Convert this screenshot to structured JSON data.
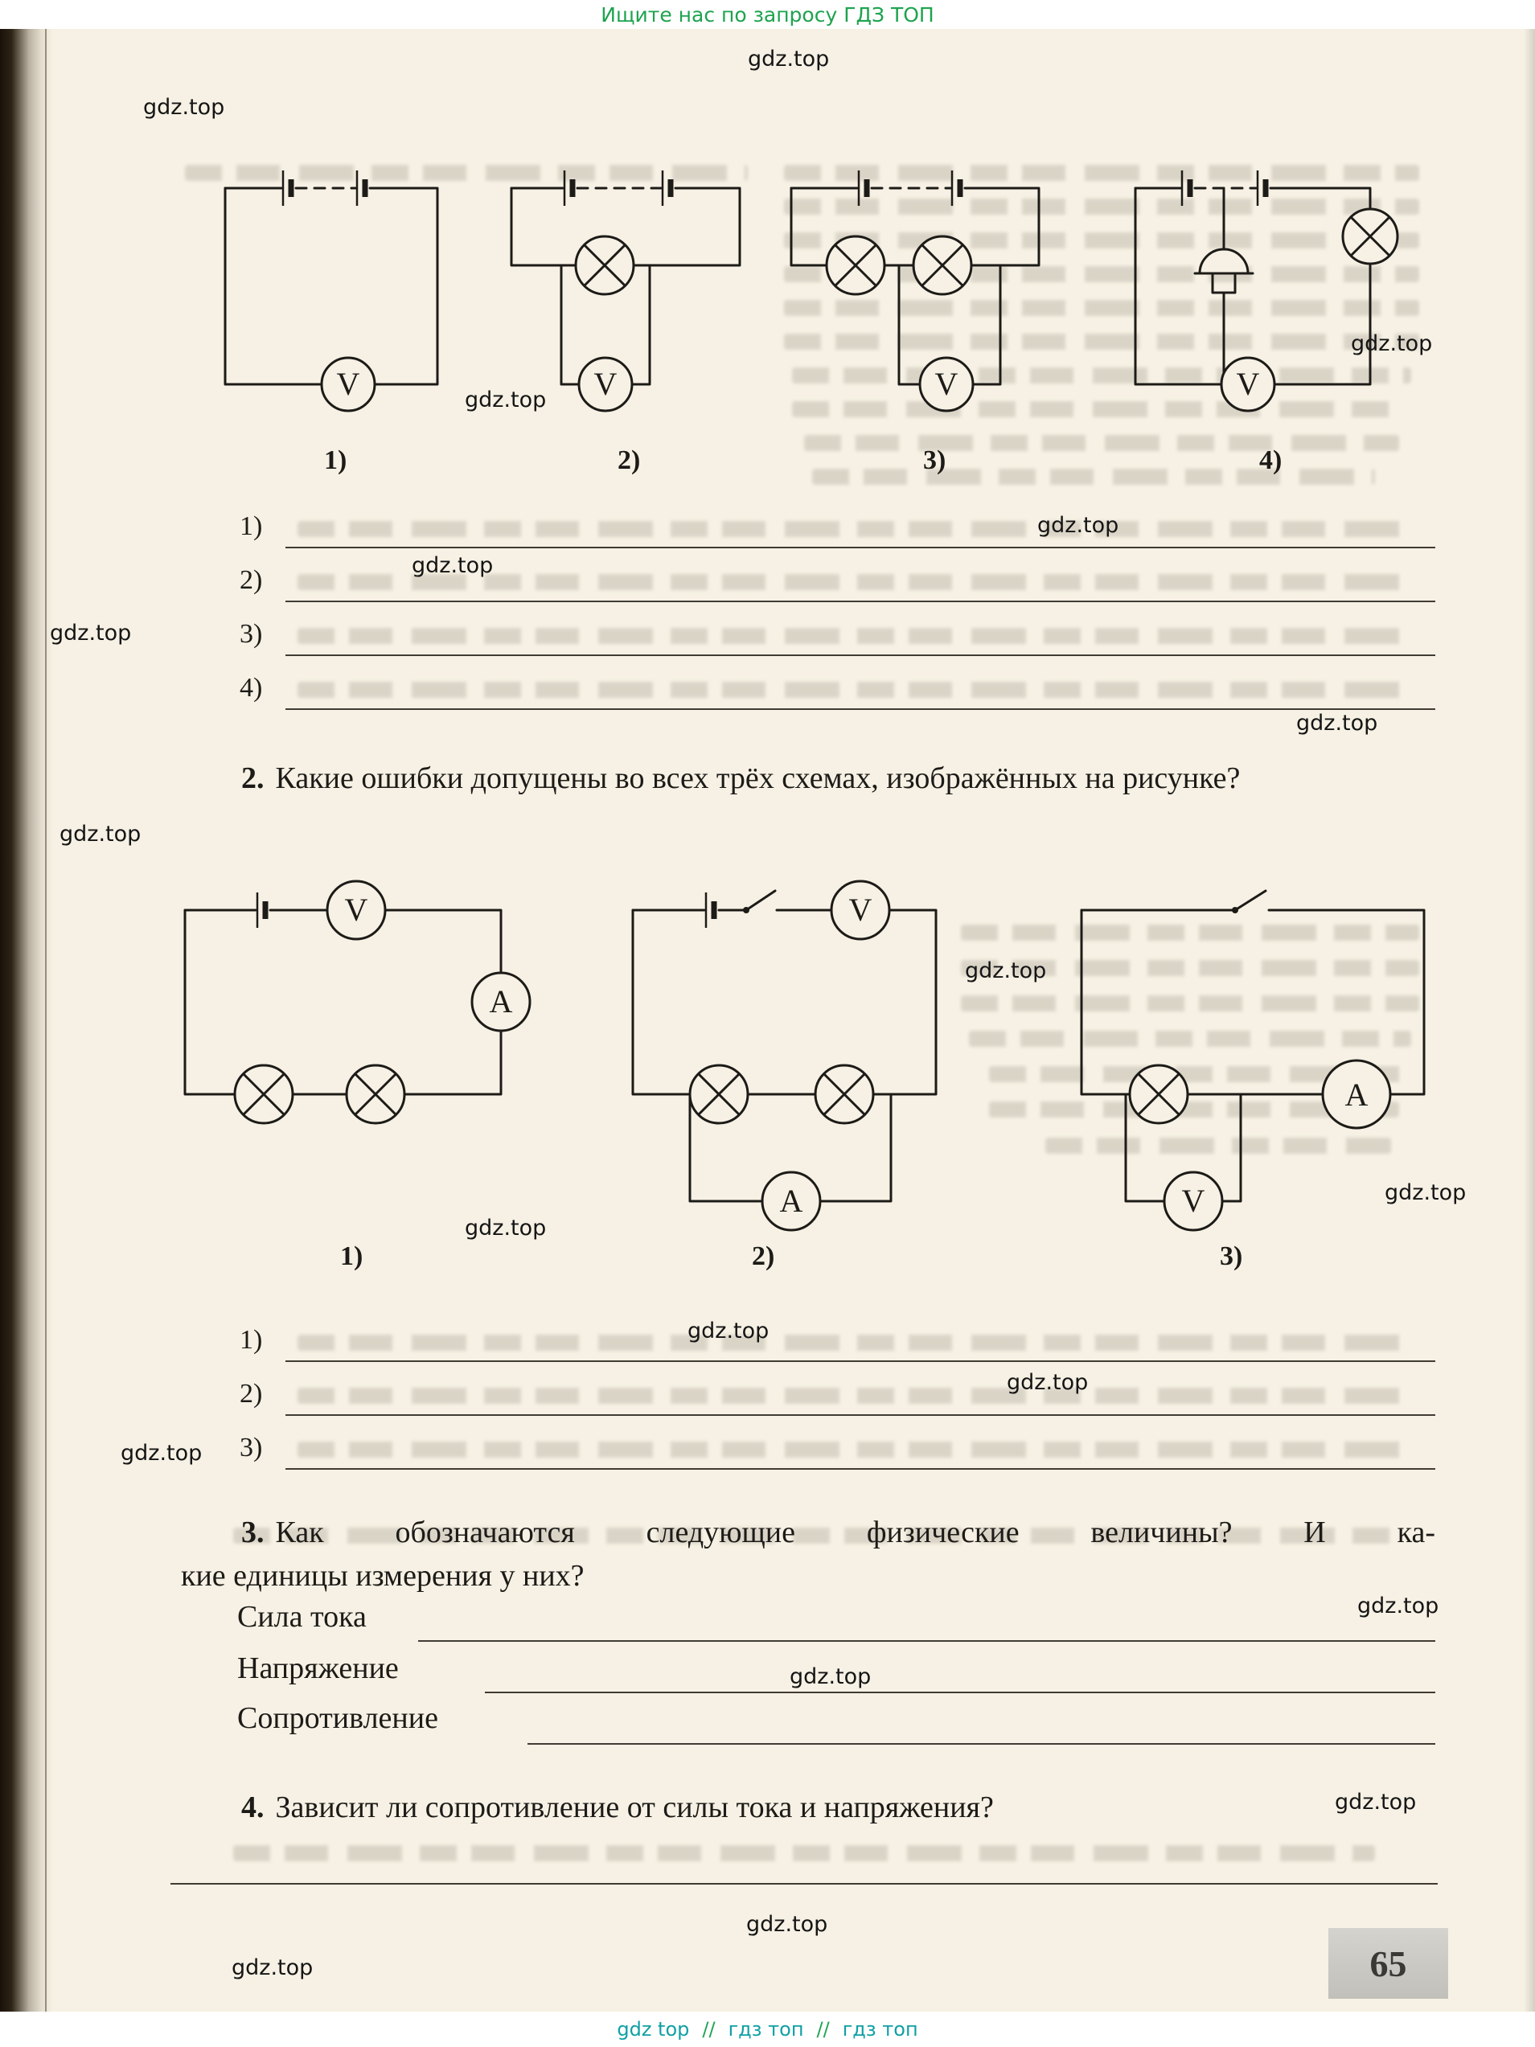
{
  "header": {
    "promo_line": "Ищите нас по запросу ГДЗ ТОП"
  },
  "watermark": {
    "text": "gdz.top"
  },
  "symbols": {
    "voltmeter": "V",
    "ammeter": "A"
  },
  "figure1": {
    "labels": [
      "1)",
      "2)",
      "3)",
      "4)"
    ]
  },
  "answers1": {
    "items": [
      "1)",
      "2)",
      "3)",
      "4)"
    ]
  },
  "question2": {
    "number": "2.",
    "text": "Какие ошибки допущены во всех трёх схемах, изображённых на рисунке?"
  },
  "figure2": {
    "labels": [
      "1)",
      "2)",
      "3)"
    ]
  },
  "answers2": {
    "items": [
      "1)",
      "2)",
      "3)"
    ]
  },
  "question3": {
    "number": "3.",
    "line1": "Как обозначаются следующие физические величины? И ка-",
    "line2": "кие единицы измерения у них?",
    "terms": [
      "Сила тока",
      "Напряжение",
      "Сопротивление"
    ]
  },
  "question4": {
    "number": "4.",
    "text": "Зависит ли сопротивление от силы тока и напряжения?"
  },
  "footer": {
    "page_number": "65",
    "links": [
      "gdz top",
      "//",
      "гдз топ",
      "//",
      "гдз топ"
    ]
  }
}
